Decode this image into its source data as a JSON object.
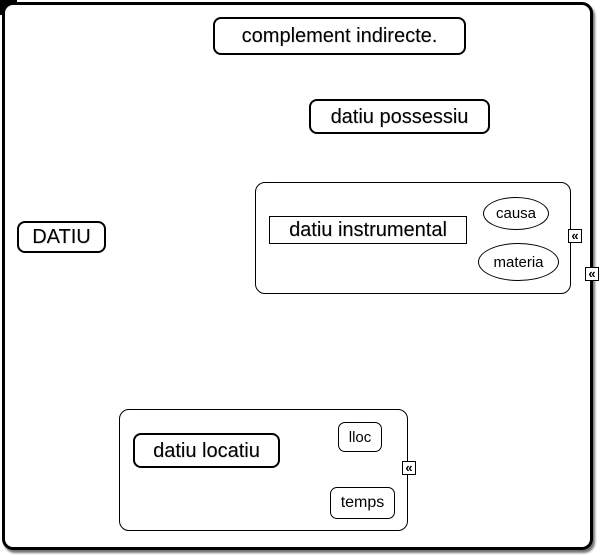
{
  "colors": {
    "node_border": "#000000",
    "node_background": "#ffffff",
    "frame_border": "#000000"
  },
  "icons": {
    "collapse_glyph": "«"
  },
  "nodes": {
    "complement_indirecte": {
      "label": "complement indirecte."
    },
    "datiu_possessiu": {
      "label": "datiu possessiu"
    },
    "datiu": {
      "label": "DATIU"
    },
    "instrumental_group": {
      "label": "datiu instrumental",
      "children": {
        "causa": {
          "label": "causa"
        },
        "materia": {
          "label": "materia"
        }
      }
    },
    "locatiu_group": {
      "label": "datiu locatiu",
      "children": {
        "lloc": {
          "label": "lloc"
        },
        "temps": {
          "label": "temps"
        }
      }
    }
  }
}
